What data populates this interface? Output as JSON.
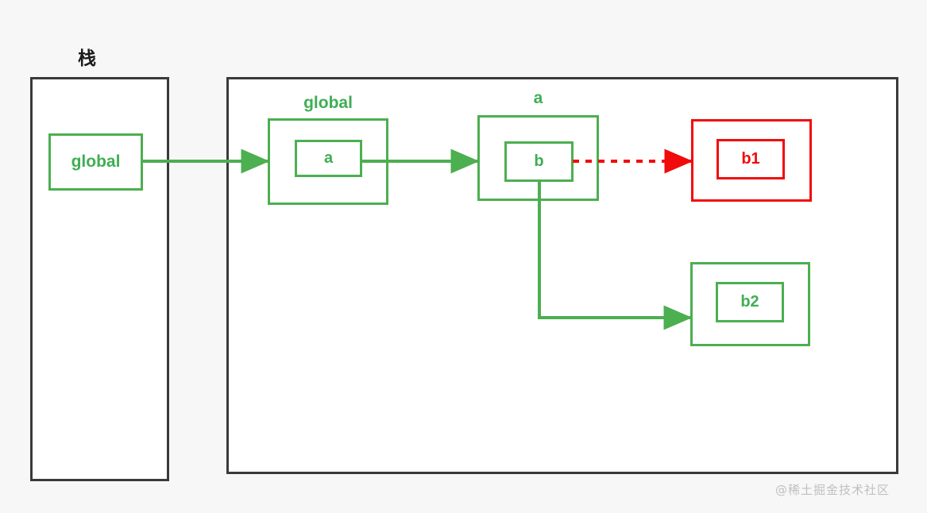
{
  "figure": {
    "background_color": "#f7f7f7",
    "green": "#4caf50",
    "red": "#f10b0b",
    "dark": "#3a3a3a"
  },
  "stack": {
    "title": "栈",
    "frame_name": "stack-frame",
    "variable": {
      "label": "global"
    }
  },
  "heap": {
    "objects": [
      {
        "id": "global",
        "outer_label": "global",
        "inner_label": "a",
        "color": "#4caf50"
      },
      {
        "id": "a",
        "outer_label": "a",
        "inner_label": "b",
        "color": "#4caf50"
      },
      {
        "id": "b1",
        "outer_label": "",
        "inner_label": "b1",
        "color": "#f10b0b"
      },
      {
        "id": "b2",
        "outer_label": "",
        "inner_label": "b2",
        "color": "#4caf50"
      }
    ]
  },
  "arrows": [
    {
      "name": "stack-global-to-heap-global",
      "style": "solid",
      "color": "#4caf50"
    },
    {
      "name": "heap-a-ref-to-object-a",
      "style": "solid",
      "color": "#4caf50"
    },
    {
      "name": "heap-b-ref-to-object-b1",
      "style": "dashed",
      "color": "#f10b0b"
    },
    {
      "name": "heap-b-ref-to-object-b2",
      "style": "solid-elbow",
      "color": "#4caf50"
    }
  ],
  "watermark": {
    "text": "@稀土掘金技术社区"
  }
}
